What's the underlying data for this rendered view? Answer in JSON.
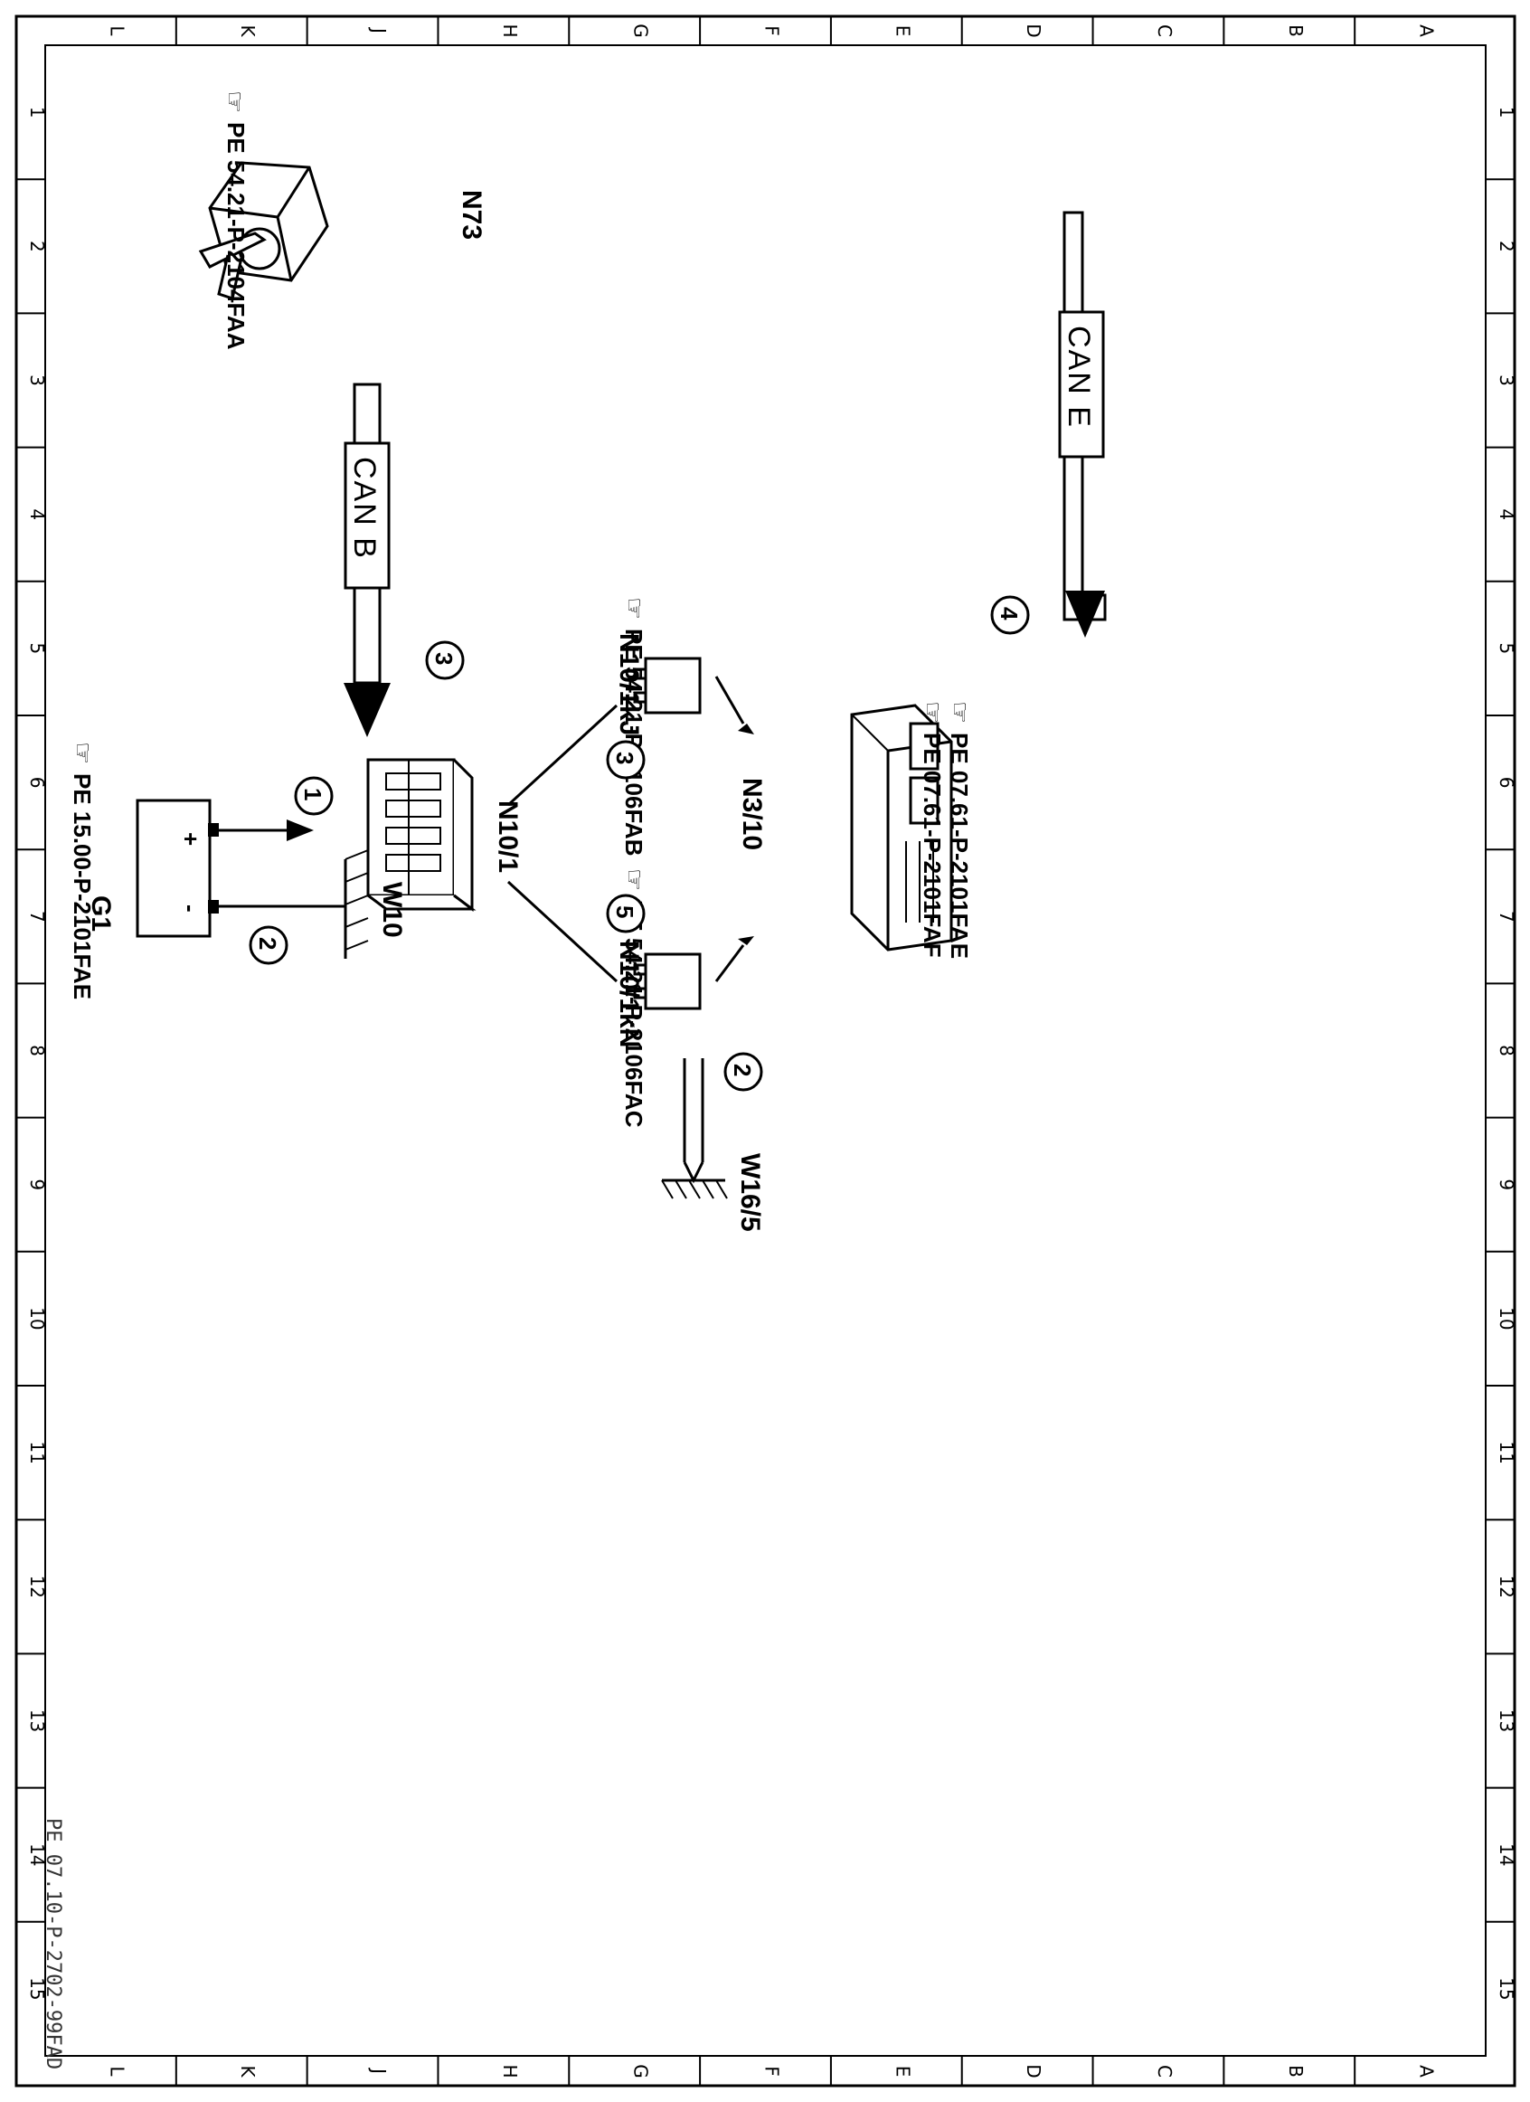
{
  "ruler": {
    "rows": [
      "1",
      "2",
      "3",
      "4",
      "5",
      "6",
      "7",
      "8",
      "9",
      "10",
      "11",
      "12",
      "13",
      "14",
      "15"
    ],
    "cols": [
      "L",
      "K",
      "J",
      "H",
      "G",
      "F",
      "E",
      "D",
      "C",
      "B",
      "A"
    ]
  },
  "components": {
    "n73": "N73",
    "n10_1": "N10/1",
    "n10_1kj": "N10/1kJ",
    "n10_1kn": "N10/1kN",
    "n3_10": "N3/10",
    "g1": "G1",
    "w10": "W10",
    "w16_5": "W16/5"
  },
  "references": {
    "n73_ref": "PE 54.21-P-2104FAA",
    "n10_1kj_ref": "PE 54.21-P-2106FAB",
    "n10_1kn_ref": "PE 54.21-P-2106FAC",
    "n3_10_ref1": "PE 07.61-P-2101FAE",
    "n3_10_ref2": "PE 07.61-P-2101FAF",
    "g1_ref": "PE 15.00-P-2101FAE"
  },
  "buses": {
    "can_b": "CAN B",
    "can_e": "CAN E"
  },
  "callouts": {
    "c1": "1",
    "c2a": "2",
    "c2b": "2",
    "c3a": "3",
    "c3b": "3",
    "c4": "4",
    "c5": "5"
  },
  "battery": {
    "plus": "+",
    "minus": "-"
  },
  "footer": {
    "doc_id": "PE 07.10-P-2702-99FAD"
  }
}
